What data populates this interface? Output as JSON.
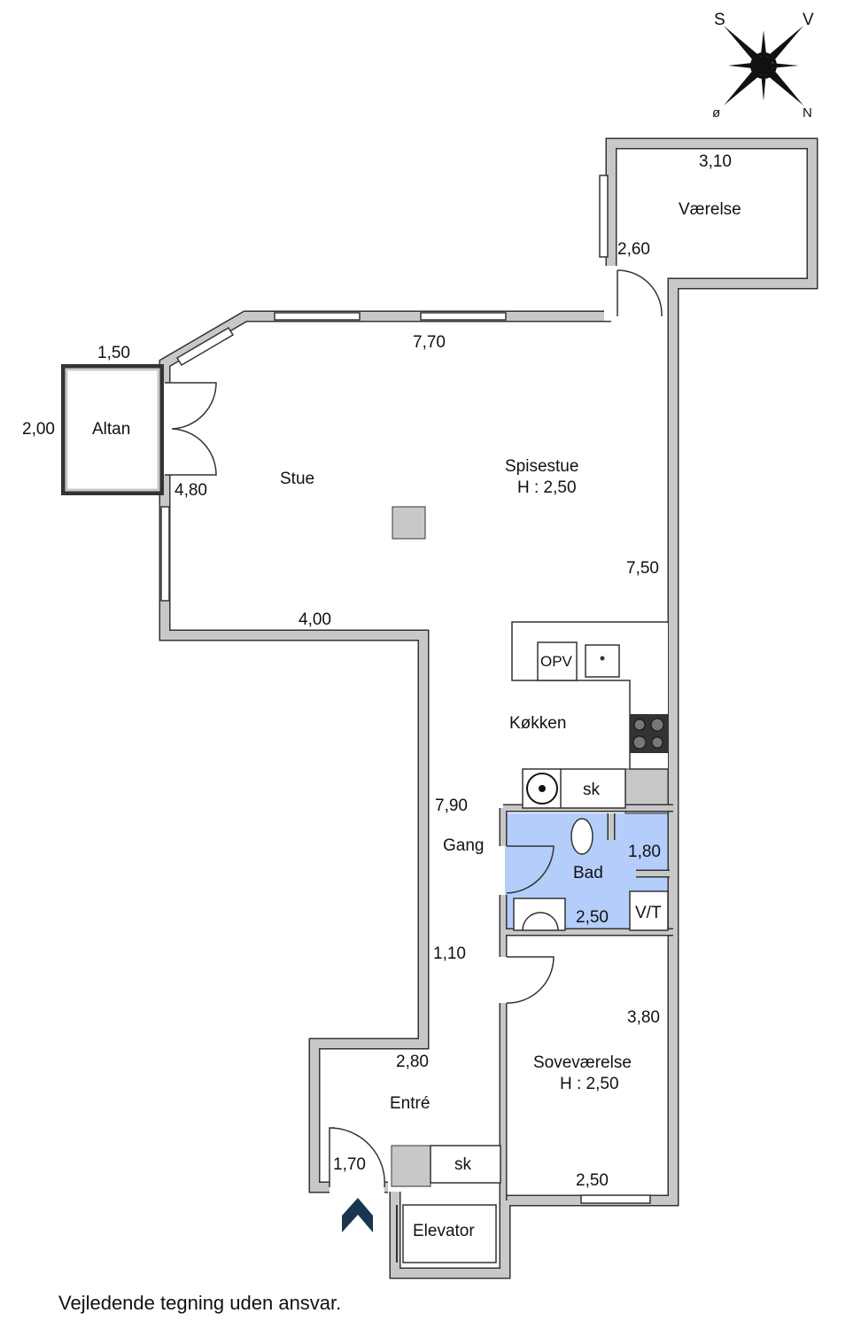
{
  "compass": {
    "s": "S",
    "v": "V",
    "o": "ø",
    "n": "N"
  },
  "rooms": {
    "vaerelse": "Værelse",
    "stue": "Stue",
    "altan": "Altan",
    "spisestue": "Spisestue",
    "spisestue_h": "H : 2,50",
    "kokken": "Køkken",
    "opv": "OPV",
    "sk1": "sk",
    "gang": "Gang",
    "bad": "Bad",
    "vt": "V/T",
    "sovevaerelse": "Soveværelse",
    "sove_h": "H : 2,50",
    "entre": "Entré",
    "sk2": "sk",
    "elevator": "Elevator"
  },
  "dimensions": {
    "d310": "3,10",
    "d260": "2,60",
    "d770": "7,70",
    "d150": "1,50",
    "d200": "2,00",
    "d480": "4,80",
    "d750": "7,50",
    "d400": "4,00",
    "d790": "7,90",
    "d180": "1,80",
    "d250bad": "2,50",
    "d110": "1,10",
    "d380": "3,80",
    "d280": "2,80",
    "d170": "1,70",
    "d250sove": "2,50"
  },
  "footer": "Vejledende tegning uden ansvar.",
  "colors": {
    "bath": "#b4cdfa",
    "wall": "#c8c8c8",
    "arrow": "#1a3550"
  }
}
